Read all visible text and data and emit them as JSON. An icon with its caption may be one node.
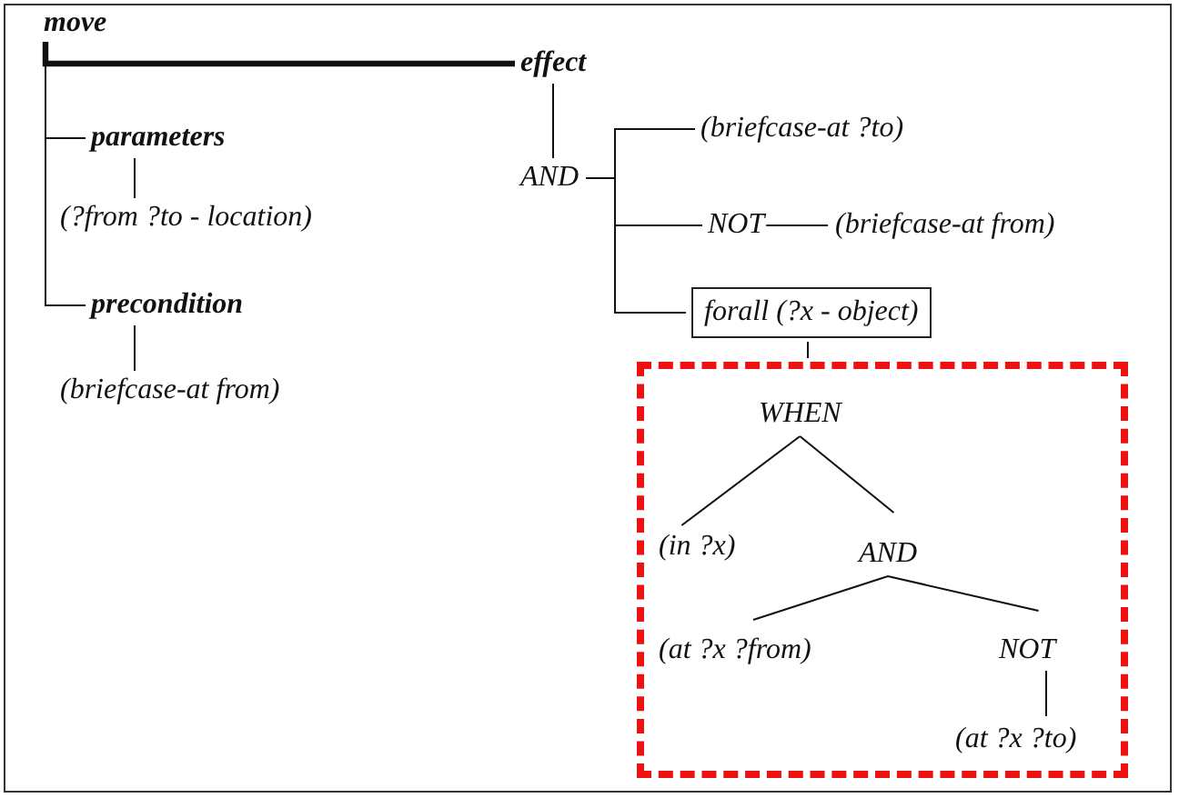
{
  "diagram": {
    "nodes": [
      {
        "text": [
          "move"
        ]
      },
      {
        "text": [
          "effect"
        ]
      },
      {
        "text": [
          "parameters"
        ]
      },
      {
        "text": [
          "(?from ?to - location)"
        ]
      },
      {
        "text": [
          "precondition"
        ]
      },
      {
        "text": [
          "(briefcase-at from)"
        ]
      },
      {
        "text": [
          "AND"
        ]
      },
      {
        "text": [
          "(briefcase-at ?to)"
        ]
      },
      {
        "text": [
          "NOT"
        ]
      },
      {
        "text": [
          "(briefcase-at from)"
        ]
      },
      {
        "text": [
          "forall (?x - object)"
        ]
      },
      {
        "text": [],
        "shape": "box"
      },
      {
        "text": [
          "WHEN"
        ],
        "in": 11
      },
      {
        "text": [
          "(in ?x)"
        ],
        "in": 11
      },
      {
        "text": [
          "AND"
        ],
        "in": 11
      },
      {
        "text": [
          "(at ?x ?from)"
        ],
        "in": 11
      },
      {
        "text": [
          "NOT"
        ],
        "in": 11
      },
      {
        "text": [
          "(at ?x ?to)"
        ],
        "in": 11
      }
    ],
    "edges": [
      {
        "from": 0,
        "to": 1,
        "arrow": "none",
        "style": "thick"
      },
      {
        "from": 0,
        "to": 2,
        "arrow": "none"
      },
      {
        "from": 0,
        "to": 4,
        "arrow": "none"
      },
      {
        "from": 2,
        "to": 3,
        "arrow": "none"
      },
      {
        "from": 4,
        "to": 5,
        "arrow": "none"
      },
      {
        "from": 1,
        "to": 6,
        "arrow": "none"
      },
      {
        "from": 6,
        "to": 7,
        "arrow": "none"
      },
      {
        "from": 6,
        "to": 8,
        "arrow": "none"
      },
      {
        "from": 6,
        "to": 10,
        "arrow": "none"
      },
      {
        "from": 8,
        "to": 9,
        "arrow": "none"
      },
      {
        "from": 10,
        "to": 11,
        "arrow": "none"
      },
      {
        "from": 12,
        "to": 13,
        "arrow": "none"
      },
      {
        "from": 12,
        "to": 14,
        "arrow": "none"
      },
      {
        "from": 14,
        "to": 15,
        "arrow": "none"
      },
      {
        "from": 14,
        "to": 16,
        "arrow": "none"
      },
      {
        "from": 16,
        "to": 17,
        "arrow": "none"
      }
    ]
  }
}
